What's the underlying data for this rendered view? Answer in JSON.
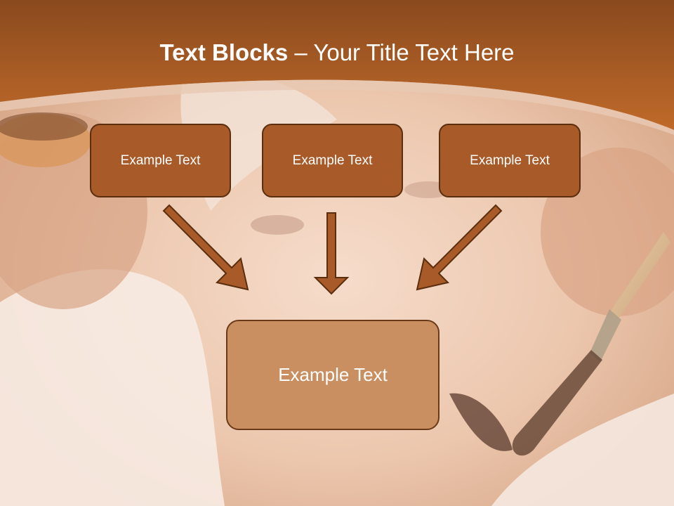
{
  "slide": {
    "title_bold": "Text Blocks",
    "title_dash": " – ",
    "title_rest": "Your Title Text Here",
    "blocks": [
      {
        "label": "Example Text"
      },
      {
        "label": "Example Text"
      },
      {
        "label": "Example Text"
      }
    ],
    "result_block": {
      "label": "Example Text"
    }
  },
  "colors": {
    "header_dark": "#8a4a1e",
    "header_light": "#c06a2a",
    "block_fill": "#a85a28",
    "result_fill": "#c98f61",
    "arrow_fill": "#a85a28",
    "arrow_stroke": "#5a2e0e",
    "photo_tint": "#f0d2bd"
  }
}
